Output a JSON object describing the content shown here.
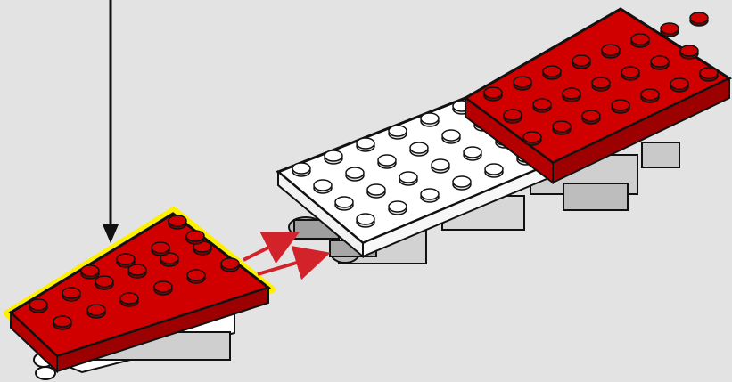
{
  "instruction_step": {
    "background_color": "#e3e3e3",
    "highlight_color": "#fff000",
    "part_colors": {
      "red": "#d10000",
      "red_dark": "#8d0000",
      "white": "#ffffff",
      "gray": "#cfcfcf",
      "gray_dark": "#6f6f6f",
      "outline": "#111111"
    },
    "arrow_colors": {
      "placement_arrow": "#d3232a",
      "callout_arrow": "#111111"
    },
    "parts": {
      "main_assembly": {
        "white_plate_studs": "4x6",
        "red_wing_plate_studs": "3x8"
      },
      "new_part": {
        "type": "red wedge plate",
        "highlighted": true
      }
    },
    "icons": [
      "down-arrow-icon",
      "red-placement-arrow-icon"
    ]
  }
}
